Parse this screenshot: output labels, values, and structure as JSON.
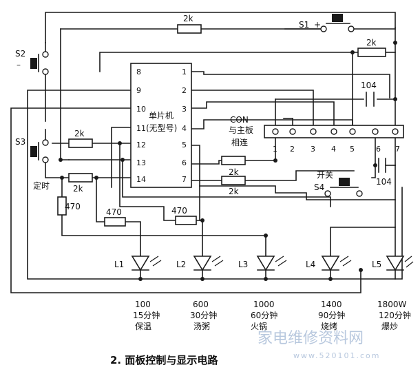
{
  "mcu": {
    "line1": "单片机",
    "line2": "(无型号)"
  },
  "mcu_pins": {
    "p1": "1",
    "p2": "2",
    "p3": "3",
    "p4": "4",
    "p5": "5",
    "p6": "6",
    "p7": "7",
    "p8": "8",
    "p9": "9",
    "p10": "10",
    "p11": "11",
    "p12": "12",
    "p13": "13",
    "p14": "14"
  },
  "connector": {
    "label1": "CON",
    "label2": "与主板",
    "label3": "相连",
    "pins": [
      "1",
      "2",
      "3",
      "4",
      "5",
      "6",
      "7"
    ]
  },
  "switches": {
    "s1": "S1",
    "s1_sign": "+",
    "s2": "S2",
    "s2_sign": "–",
    "s3": "S3",
    "s3_note": "定时",
    "s4": "S4",
    "s4_note": "开关"
  },
  "resistors": {
    "r_top": "2k",
    "r_right": "2k",
    "r_s3": "2k",
    "r_s3b": "2k",
    "r_p6": "2k",
    "r_p7": "2k",
    "r_led1": "470",
    "r_led2": "470",
    "r_vert": "470"
  },
  "capacitors": {
    "c1": "104",
    "c2": "104"
  },
  "leds": [
    {
      "name": "L1",
      "power": "100",
      "time": "15分钟",
      "mode": "保温"
    },
    {
      "name": "L2",
      "power": "600",
      "time": "30分钟",
      "mode": "汤粥"
    },
    {
      "name": "L3",
      "power": "1000",
      "time": "60分钟",
      "mode": "火锅"
    },
    {
      "name": "L4",
      "power": "1400",
      "time": "90分钟",
      "mode": "烧烤"
    },
    {
      "name": "L5",
      "power": "1800W",
      "time": "120分钟",
      "mode": "爆炒"
    }
  ],
  "caption": "2. 面板控制与显示电路",
  "watermark": {
    "text": "家电维修资料网",
    "url": "www.520101.com"
  }
}
